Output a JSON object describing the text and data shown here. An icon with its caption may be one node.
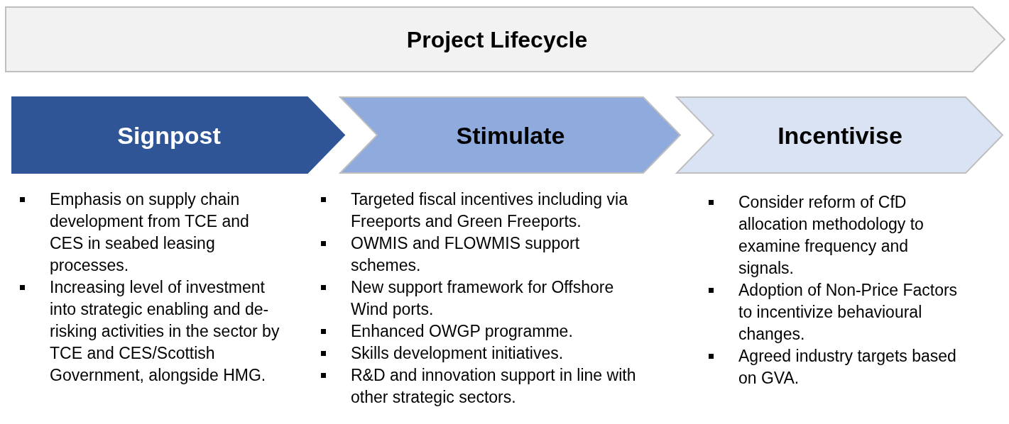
{
  "diagram": {
    "nodes": [
      {
        "text": [
          "Project Lifecycle"
        ]
      },
      {
        "text": [
          "Signpost"
        ],
        "beside": [
          "Emphasis on supply chain development from TCE and CES in seabed leasing processes.",
          "Increasing level of investment into strategic enabling and de-risking activities in the sector by TCE and CES/Scottish Government, alongside HMG."
        ]
      },
      {
        "text": [
          "Stimulate"
        ],
        "beside": [
          "Targeted fiscal incentives including via Freeports and Green Freeports.",
          "OWMIS and FLOWMIS support schemes.",
          "New support framework for Offshore Wind ports.",
          "Enhanced OWGP programme.",
          "Skills development initiatives.",
          "R&D and innovation support in line with other strategic sectors."
        ]
      },
      {
        "text": [
          "Incentivise"
        ],
        "beside": [
          "Consider reform of CfD allocation methodology to examine frequency and signals.",
          "Adoption of Non-Price Factors to incentivize behavioural changes.",
          "Agreed industry targets based on GVA."
        ]
      }
    ],
    "edges": []
  }
}
